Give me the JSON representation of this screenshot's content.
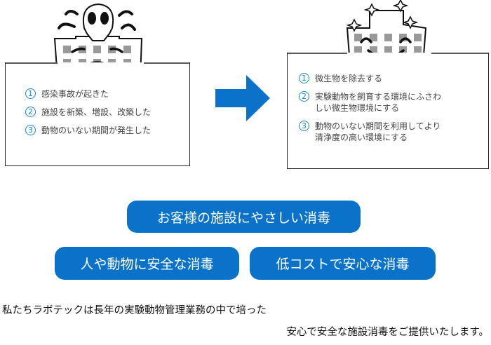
{
  "before": {
    "items": [
      {
        "num": "1",
        "text": "感染事故が起きた"
      },
      {
        "num": "2",
        "text": "施設を新築、増設、改築した"
      },
      {
        "num": "3",
        "text": "動物のいない期間が発生した"
      }
    ]
  },
  "after": {
    "items": [
      {
        "num": "1",
        "text": "微生物を除去する"
      },
      {
        "num": "2",
        "text": "実験動物を飼育する環境にふさわしい微生物環境にする"
      },
      {
        "num": "3",
        "text": "動物のいない期間を利用してより清浄度の高い環境にする"
      }
    ]
  },
  "features": [
    "お客様の施設にやさしい消毒",
    "人や動物に安全な消毒",
    "低コストで安心な消毒"
  ],
  "footer": {
    "line1": "私たちラボテックは長年の実験動物管理業務の中で培った",
    "line2": "安心で安全な施設消毒をご提供いたします。"
  },
  "colors": {
    "accent": "#0a72c8"
  }
}
